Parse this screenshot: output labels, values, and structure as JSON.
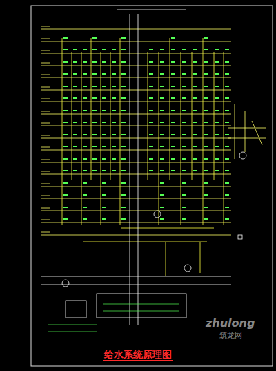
{
  "diagram": {
    "title": "给水系统原理图",
    "labels": [
      "zhulong",
      "筑龙网"
    ]
  }
}
